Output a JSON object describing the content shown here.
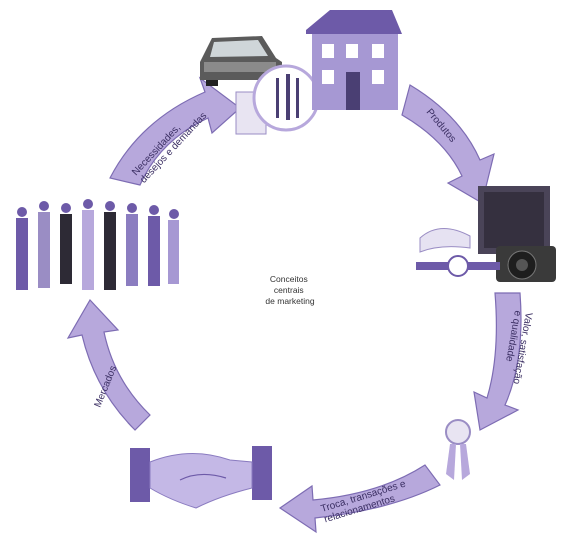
{
  "center": {
    "lines": [
      "Conceitos",
      "centrais",
      "de marketing"
    ]
  },
  "cycle": [
    {
      "lines": [
        "Necessidades,",
        "desejos e demandas"
      ]
    },
    {
      "lines": [
        "Produtos"
      ]
    },
    {
      "lines": [
        "Valor, satisfação",
        "e qualidade"
      ]
    },
    {
      "lines": [
        "Troca, transações e",
        "relacionamentos"
      ]
    },
    {
      "lines": [
        "Mercados"
      ]
    }
  ],
  "colors": {
    "arrow_fill": "#b7a8dc",
    "arrow_stroke": "#7d6cb3",
    "illustration": "#6d5aa8"
  },
  "icons": [
    "car-icon",
    "tableware-icon",
    "house-icon",
    "monitor-icon",
    "camera-icon",
    "watch-icon",
    "ribbon-icon",
    "handshake-icon",
    "crowd-icon"
  ]
}
